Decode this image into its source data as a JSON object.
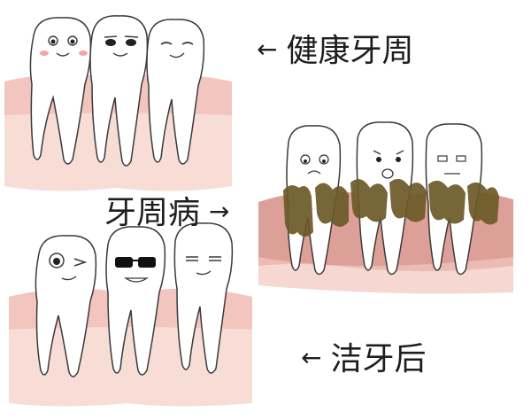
{
  "labels": {
    "healthy": "健康牙周",
    "periodontitis": "牙周病",
    "after_cleaning": "洁牙后",
    "arrow_left": "←",
    "arrow_right": "→"
  },
  "illustrations": {
    "healthy_teeth": "three-smiling-teeth-icon",
    "diseased_teeth": "three-worried-teeth-with-tartar-icon",
    "cleaned_teeth": "three-happy-teeth-one-with-sunglasses-icon"
  },
  "colors": {
    "gum": "#f2c6bf",
    "gum_inflamed": "#d78f86",
    "tooth_outline": "#3a3a3a",
    "tartar": "#6b5a28",
    "text": "#1e1e1e"
  }
}
